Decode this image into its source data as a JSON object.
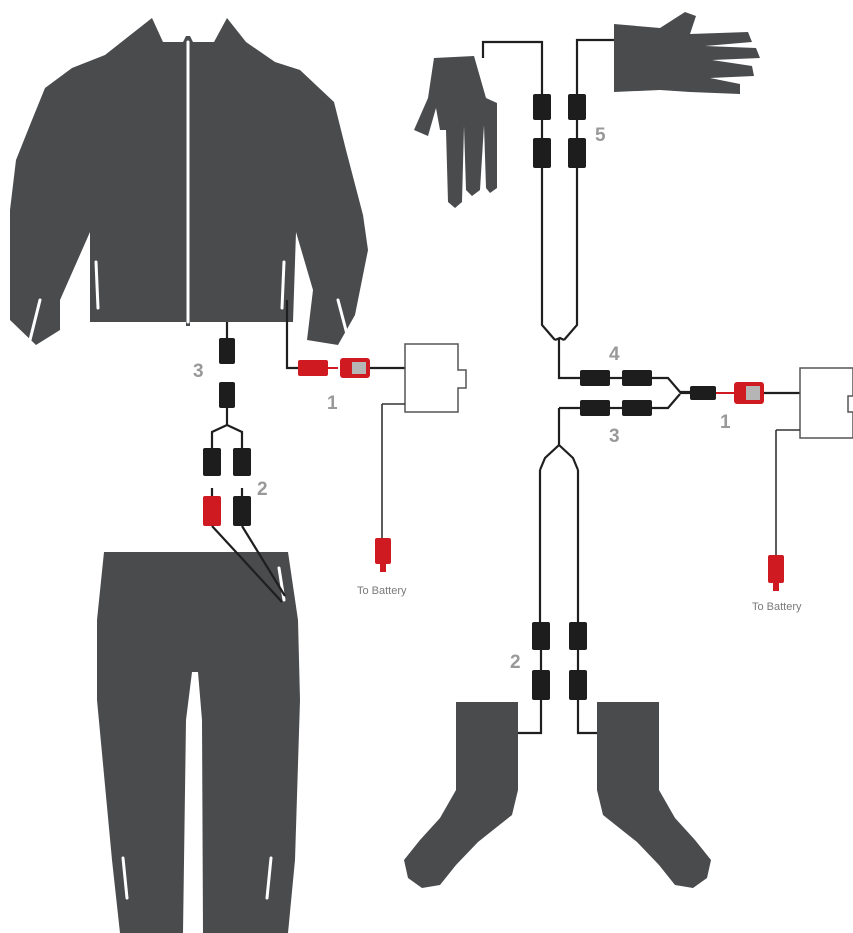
{
  "diagram": {
    "left_kit": {
      "callouts": {
        "controller": "1",
        "pants_adapter": "2",
        "jacket_lead": "3"
      },
      "battery_label": "To Battery"
    },
    "right_kit": {
      "callouts": {
        "controller": "1",
        "sock_connectors": "2",
        "y_lower": "3",
        "y_upper": "4",
        "glove_connectors": "5"
      },
      "battery_label": "To Battery"
    },
    "colors": {
      "garment": "#4a4b4d",
      "connector": "#1d1d1d",
      "red_connector": "#d01a22",
      "callout_text": "#999999",
      "label_text": "#7a7a7a"
    },
    "icons": [
      "jacket-icon",
      "pants-icon",
      "glove-left-icon",
      "glove-right-icon",
      "sock-left-icon",
      "sock-right-icon",
      "controller-box-icon",
      "battery-plug-icon"
    ]
  }
}
